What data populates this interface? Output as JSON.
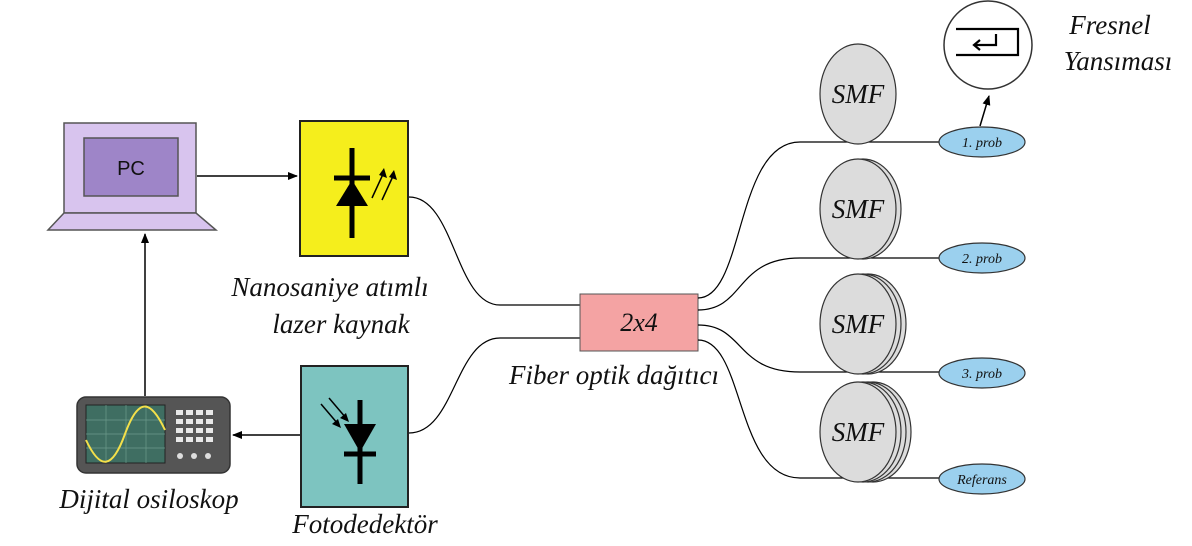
{
  "pc": {
    "label": "PC"
  },
  "laser": {
    "label_line1": "Nanosaniye atımlı",
    "label_line2": "lazer kaynak"
  },
  "photodetector": {
    "label": "Fotodedektör"
  },
  "oscilloscope": {
    "label": "Dijital osiloskop"
  },
  "splitter": {
    "label": "2x4",
    "caption": "Fiber optik dağıtıcı"
  },
  "spools": [
    {
      "label": "SMF",
      "layers": 1
    },
    {
      "label": "SMF",
      "layers": 2
    },
    {
      "label": "SMF",
      "layers": 3
    },
    {
      "label": "SMF",
      "layers": 4
    }
  ],
  "probes": [
    {
      "label": "1. prob"
    },
    {
      "label": "2. prob"
    },
    {
      "label": "3. prob"
    },
    {
      "label": "Referans"
    }
  ],
  "fresnel": {
    "label_line1": "Fresnel",
    "label_line2": "Yansıması"
  },
  "colors": {
    "pc_body": "#d8c4ee",
    "pc_screen": "#9e85c8",
    "laser_fill": "#f5ee1c",
    "detector_fill": "#7dc4c0",
    "splitter_fill": "#f4a3a3",
    "probe_fill": "#9bd0ee",
    "spool_fill": "#dcdcdc",
    "scope_screen": "#3f6e62"
  }
}
